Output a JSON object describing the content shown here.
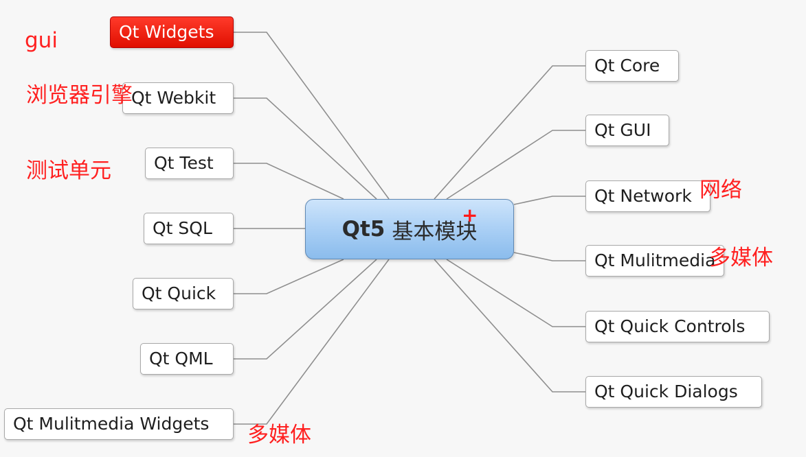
{
  "center": {
    "prefix": "Qt5",
    "label": "基本模块"
  },
  "left_nodes": [
    {
      "key": "widgets",
      "label": "Qt Widgets",
      "highlighted": true
    },
    {
      "key": "webkit",
      "label": "Qt Webkit"
    },
    {
      "key": "test",
      "label": "Qt Test"
    },
    {
      "key": "sql",
      "label": "Qt SQL"
    },
    {
      "key": "quick",
      "label": "Qt Quick"
    },
    {
      "key": "qml",
      "label": "Qt QML"
    },
    {
      "key": "multimedia-widgets",
      "label": "Qt Mulitmedia Widgets"
    }
  ],
  "right_nodes": [
    {
      "key": "core",
      "label": "Qt Core"
    },
    {
      "key": "gui",
      "label": "Qt GUI"
    },
    {
      "key": "network",
      "label": "Qt Network"
    },
    {
      "key": "multimedia",
      "label": "Qt Mulitmedia"
    },
    {
      "key": "quick-controls",
      "label": "Qt Quick Controls"
    },
    {
      "key": "quick-dialogs",
      "label": "Qt Quick Dialogs"
    }
  ],
  "annotations": {
    "gui": "gui",
    "browser_engine": "浏览器引擎",
    "unit_test": "测试单元",
    "network": "网络",
    "multimedia_right": "多媒体",
    "multimedia_bottom": "多媒体"
  },
  "cursor_symbol": "+",
  "colors": {
    "annotation": "#ff2020",
    "highlight": "#e00f00",
    "center_fill": "#a6cdf4",
    "connector": "#8e8e8e"
  }
}
